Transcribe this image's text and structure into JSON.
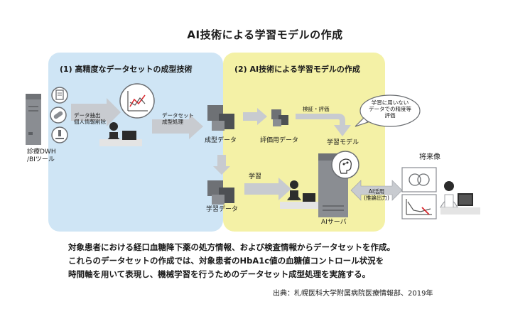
{
  "title": "AI技術による学習モデルの作成",
  "panels": {
    "left_title": "(1) 高精度なデータセットの成型技術",
    "right_title": "(2) AI技術による学習モデルの作成"
  },
  "labels": {
    "source_system": "診療DWH\n/BIツール",
    "extract": "データ抽出\n個人情報削除",
    "dataset_process": "データセット\n成型処理",
    "formed_data": "成型データ",
    "eval_data": "評価用データ",
    "verify": "検証・評価",
    "learn": "学習",
    "learn_data": "学習データ",
    "model": "学習モデル",
    "ai_server": "AIサーバ",
    "callout": "学習に用いない\nデータでの精度等\n評価",
    "future": "将来像",
    "ai_use": "AI活用\n(推論出力)"
  },
  "description": [
    "対象患者における経口血糖降下薬の処方情報、および検査情報からデータセットを作成。",
    "これらのデータセットの作成では、対象患者のHbA1c値の血糖値コントロール状況を",
    "時間軸を用いて表現し、機械学習を行うためのデータセット成型処理を実施する。"
  ],
  "source": "出典：札幌医科大学附属病院医療情報部、2019年",
  "colors": {
    "panel_left": "#cfe5f5",
    "panel_right": "#f4f1a6",
    "arrow": "#c8cbd0",
    "server": "#8a8d92",
    "accent_red": "#d9262c"
  }
}
